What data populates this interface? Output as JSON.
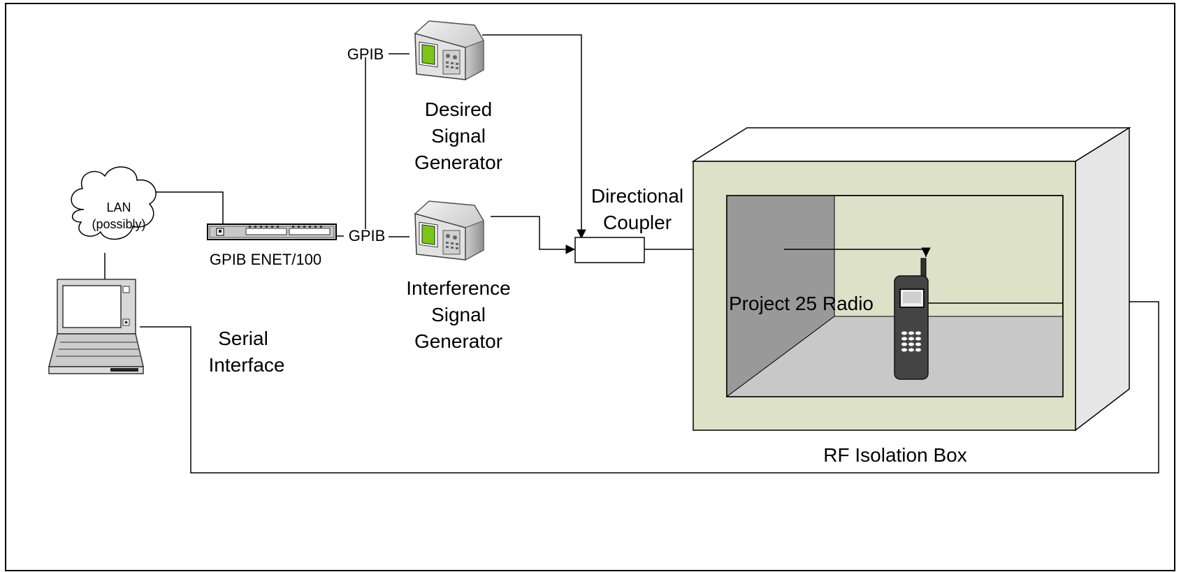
{
  "labels": {
    "lan_line1": "LAN",
    "lan_line2": "(possibly)",
    "gpib_enet": "GPIB ENET/100",
    "gpib_top": "GPIB",
    "gpib_mid": "GPIB",
    "desired_line1": "Desired",
    "desired_line2": "Signal",
    "desired_line3": "Generator",
    "interference_line1": "Interference",
    "interference_line2": "Signal",
    "interference_line3": "Generator",
    "coupler_line1": "Directional",
    "coupler_line2": "Coupler",
    "serial_line1": "Serial",
    "serial_line2": "Interface",
    "radio": "Project 25 Radio",
    "rf_box": "RF Isolation Box"
  },
  "colors": {
    "line": "#000000",
    "box_front": "#dde1c8",
    "box_side": "#e6e6e6",
    "wall_left": "#999999",
    "floor": "#c8c8c8",
    "screen_green": "#7cc41c",
    "device_body": "#d8d8d8",
    "phone_body": "#444444"
  },
  "icons": {
    "lan": "cloud-icon",
    "laptop": "laptop-icon",
    "gpib_enet": "network-switch-icon",
    "signal_generator": "signal-generator-icon",
    "radio": "handheld-radio-icon"
  }
}
